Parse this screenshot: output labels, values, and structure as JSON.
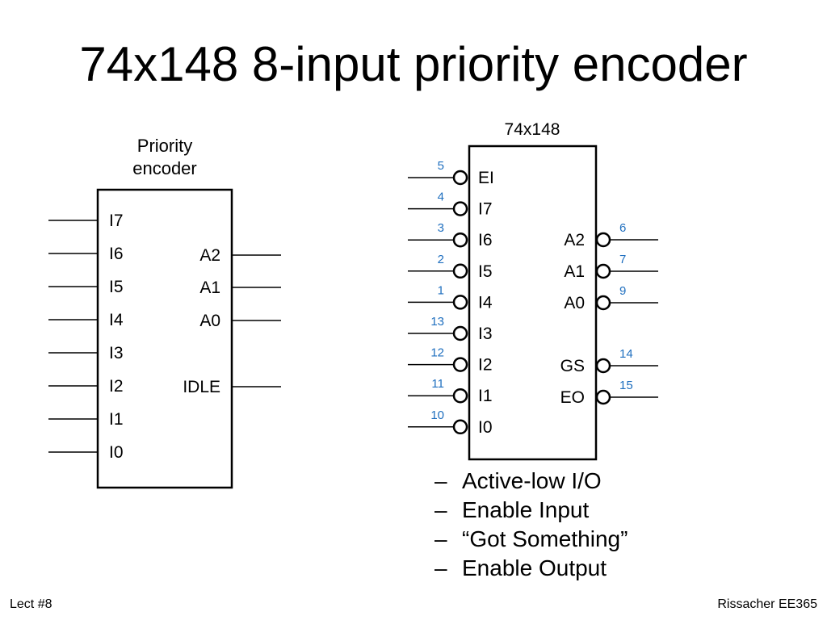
{
  "slide": {
    "title": "74x148 8-input priority encoder"
  },
  "generic_encoder": {
    "title_line1": "Priority",
    "title_line2": "encoder",
    "inputs": [
      "I7",
      "I6",
      "I5",
      "I4",
      "I3",
      "I2",
      "I1",
      "I0"
    ],
    "outputs": [
      "A2",
      "A1",
      "A0",
      "IDLE"
    ]
  },
  "chip_74x148": {
    "name": "74x148",
    "inputs": [
      {
        "label": "EI",
        "pin": "5"
      },
      {
        "label": "I7",
        "pin": "4"
      },
      {
        "label": "I6",
        "pin": "3"
      },
      {
        "label": "I5",
        "pin": "2"
      },
      {
        "label": "I4",
        "pin": "1"
      },
      {
        "label": "I3",
        "pin": "13"
      },
      {
        "label": "I2",
        "pin": "12"
      },
      {
        "label": "I1",
        "pin": "11"
      },
      {
        "label": "I0",
        "pin": "10"
      }
    ],
    "outputs": [
      {
        "label": "A2",
        "pin": "6"
      },
      {
        "label": "A1",
        "pin": "7"
      },
      {
        "label": "A0",
        "pin": "9"
      },
      {
        "label": "GS",
        "pin": "14"
      },
      {
        "label": "EO",
        "pin": "15"
      }
    ],
    "pin_number_color": "#1f6fbf"
  },
  "bullets": [
    "Active-low I/O",
    "Enable Input",
    "“Got Something”",
    "Enable Output"
  ],
  "footer": {
    "left": "Lect #8",
    "right": "Rissacher EE365"
  }
}
